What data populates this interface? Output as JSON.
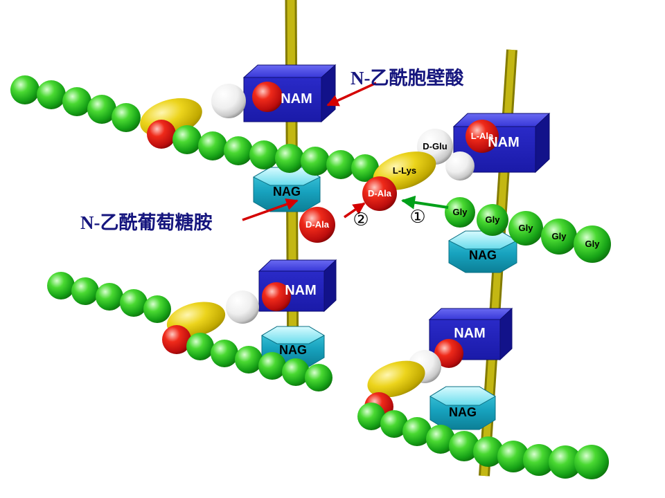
{
  "labels": {
    "nam": "NAM",
    "nag": "NAG",
    "gly": "Gly",
    "d_glu": "D-Glu",
    "l_lys": "L-Lys",
    "d_ala": "D-Ala",
    "l_ala": "L-Ala"
  },
  "steps": {
    "one": "①",
    "two": "②"
  },
  "annotations": {
    "nam_cn": "N-乙酰胞壁酸",
    "nag_cn": "N-乙酰葡萄糖胺"
  },
  "colors": {
    "cube_blue": "#2020c0",
    "prism_cyan": "#35c8de",
    "sphere_green": "#2fbf2f",
    "sphere_red": "#d41414",
    "sphere_white": "#e8e8e8",
    "ellipsoid_yellow": "#d8be00",
    "rod_olive": "#b9ae0a",
    "annotation_navy": "#16167e",
    "arrow_red": "#d40000",
    "arrow_green": "#00a019"
  }
}
